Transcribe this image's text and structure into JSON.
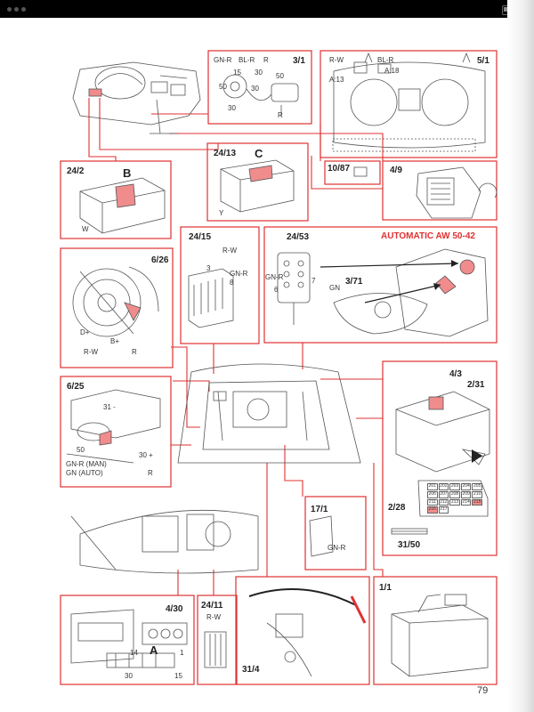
{
  "page_number": "79",
  "title": "AUTOMATIC AW 50-42",
  "colors": {
    "box_line": "#e03131",
    "highlight": "#f08c8c",
    "drawing": "#555555"
  },
  "refs": {
    "r3_1": "3/1",
    "r5_1": "5/1",
    "r10_87": "10/87",
    "r4_9": "4/9",
    "r24_2": "24/2",
    "r24_13": "24/13",
    "r6_26": "6/26",
    "r24_15": "24/15",
    "r24_53": "24/53",
    "r3_71": "3/71",
    "r6_25": "6/25",
    "r4_3": "4/3",
    "r2_31": "2/31",
    "r2_28": "2/28",
    "r31_50": "31/50",
    "r17_1": "17/1",
    "r4_30": "4/30",
    "r24_11": "24/11",
    "r1_1": "1/1",
    "r31_4": "31/4"
  },
  "letters": {
    "b": "B",
    "c": "C",
    "a": "A"
  },
  "wires": {
    "gn_r": "GN-R",
    "bl_r": "BL-R",
    "r": "R",
    "r_w": "R-W",
    "w": "W",
    "y": "Y",
    "gn": "GN",
    "gn_r_man": "GN-R (MAN)",
    "gn_auto": "GN (AUTO)",
    "d_plus": "D+",
    "b_plus": "B+",
    "a13": "A:13",
    "a18": "A:18"
  },
  "pins": {
    "p15": "15",
    "p30": "30",
    "p50": "50",
    "p3": "3",
    "p8": "8",
    "p6": "6",
    "p7": "7",
    "p14": "14",
    "p1": "1",
    "p31": "31 -",
    "p30plus": "30 +"
  },
  "relay_cells": [
    "201",
    "202",
    "203",
    "204",
    "205",
    "206",
    "207",
    "208",
    "209",
    "210",
    "211",
    "212",
    "213",
    "214",
    "215",
    "216",
    "217"
  ]
}
